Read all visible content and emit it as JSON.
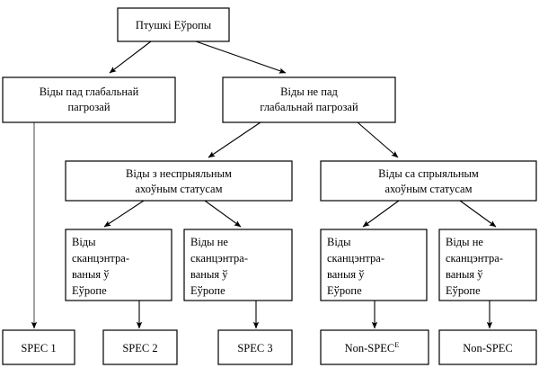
{
  "diagram": {
    "title": "Птушкі Еўропы",
    "language": "be",
    "root": {
      "id": "root",
      "label": "Птушкі Еўропы",
      "lines": [
        "Птушкі Еўропы"
      ]
    },
    "level2": [
      {
        "id": "threatened",
        "lines": [
          "Віды пад глабальнай",
          "пагрозай"
        ]
      },
      {
        "id": "not-threatened",
        "lines": [
          "Віды не пад",
          "глабальнай пагрозай"
        ]
      }
    ],
    "level3": [
      {
        "id": "unfavourable-status",
        "lines": [
          "Віды з неспрыяльным",
          "ахоўным статусам"
        ]
      },
      {
        "id": "favourable-status",
        "lines": [
          "Віды са спрыяльным",
          "ахоўным статусам"
        ]
      }
    ],
    "level4": [
      {
        "id": "concentrated-unfavourable",
        "lines": [
          "Віды",
          "сканцэнтра-",
          "ваныя ў",
          "Еўропе"
        ]
      },
      {
        "id": "not-concentrated-unfavourable",
        "lines": [
          "Віды не",
          "сканцэнтра-",
          "ваныя ў",
          "Еўропе"
        ]
      },
      {
        "id": "concentrated-favourable",
        "lines": [
          "Віды",
          "сканцэнтра-",
          "ваныя ў",
          "Еўропе"
        ]
      },
      {
        "id": "not-concentrated-favourable",
        "lines": [
          "Віды не",
          "сканцэнтра-",
          "ваныя ў",
          "Еўропе"
        ]
      }
    ],
    "outcomes": [
      {
        "id": "spec-1",
        "label": "SPEC 1",
        "superscript": ""
      },
      {
        "id": "spec-2",
        "label": "SPEC 2",
        "superscript": ""
      },
      {
        "id": "spec-3",
        "label": "SPEC 3",
        "superscript": ""
      },
      {
        "id": "non-spec-e",
        "label": "Non-SPEC",
        "superscript": "E"
      },
      {
        "id": "non-spec",
        "label": "Non-SPEC",
        "superscript": ""
      }
    ],
    "colors": {
      "background": "#ffffff",
      "box_fill": "#ffffff",
      "box_stroke": "#000000",
      "text": "#000000",
      "edge": "#000000",
      "edge_light": "#555555"
    }
  }
}
